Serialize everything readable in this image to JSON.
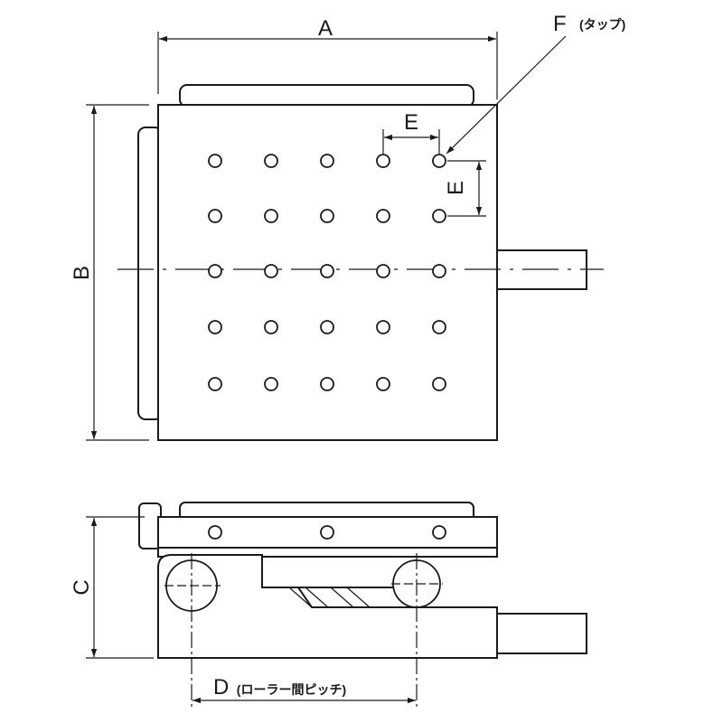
{
  "labels": {
    "A": "A",
    "B": "B",
    "C": "C",
    "D": "D",
    "D_note": "(ローラー間ピッチ)",
    "E_horizontal": "E",
    "E_vertical": "E",
    "F": "F",
    "F_note": "(タップ)"
  }
}
